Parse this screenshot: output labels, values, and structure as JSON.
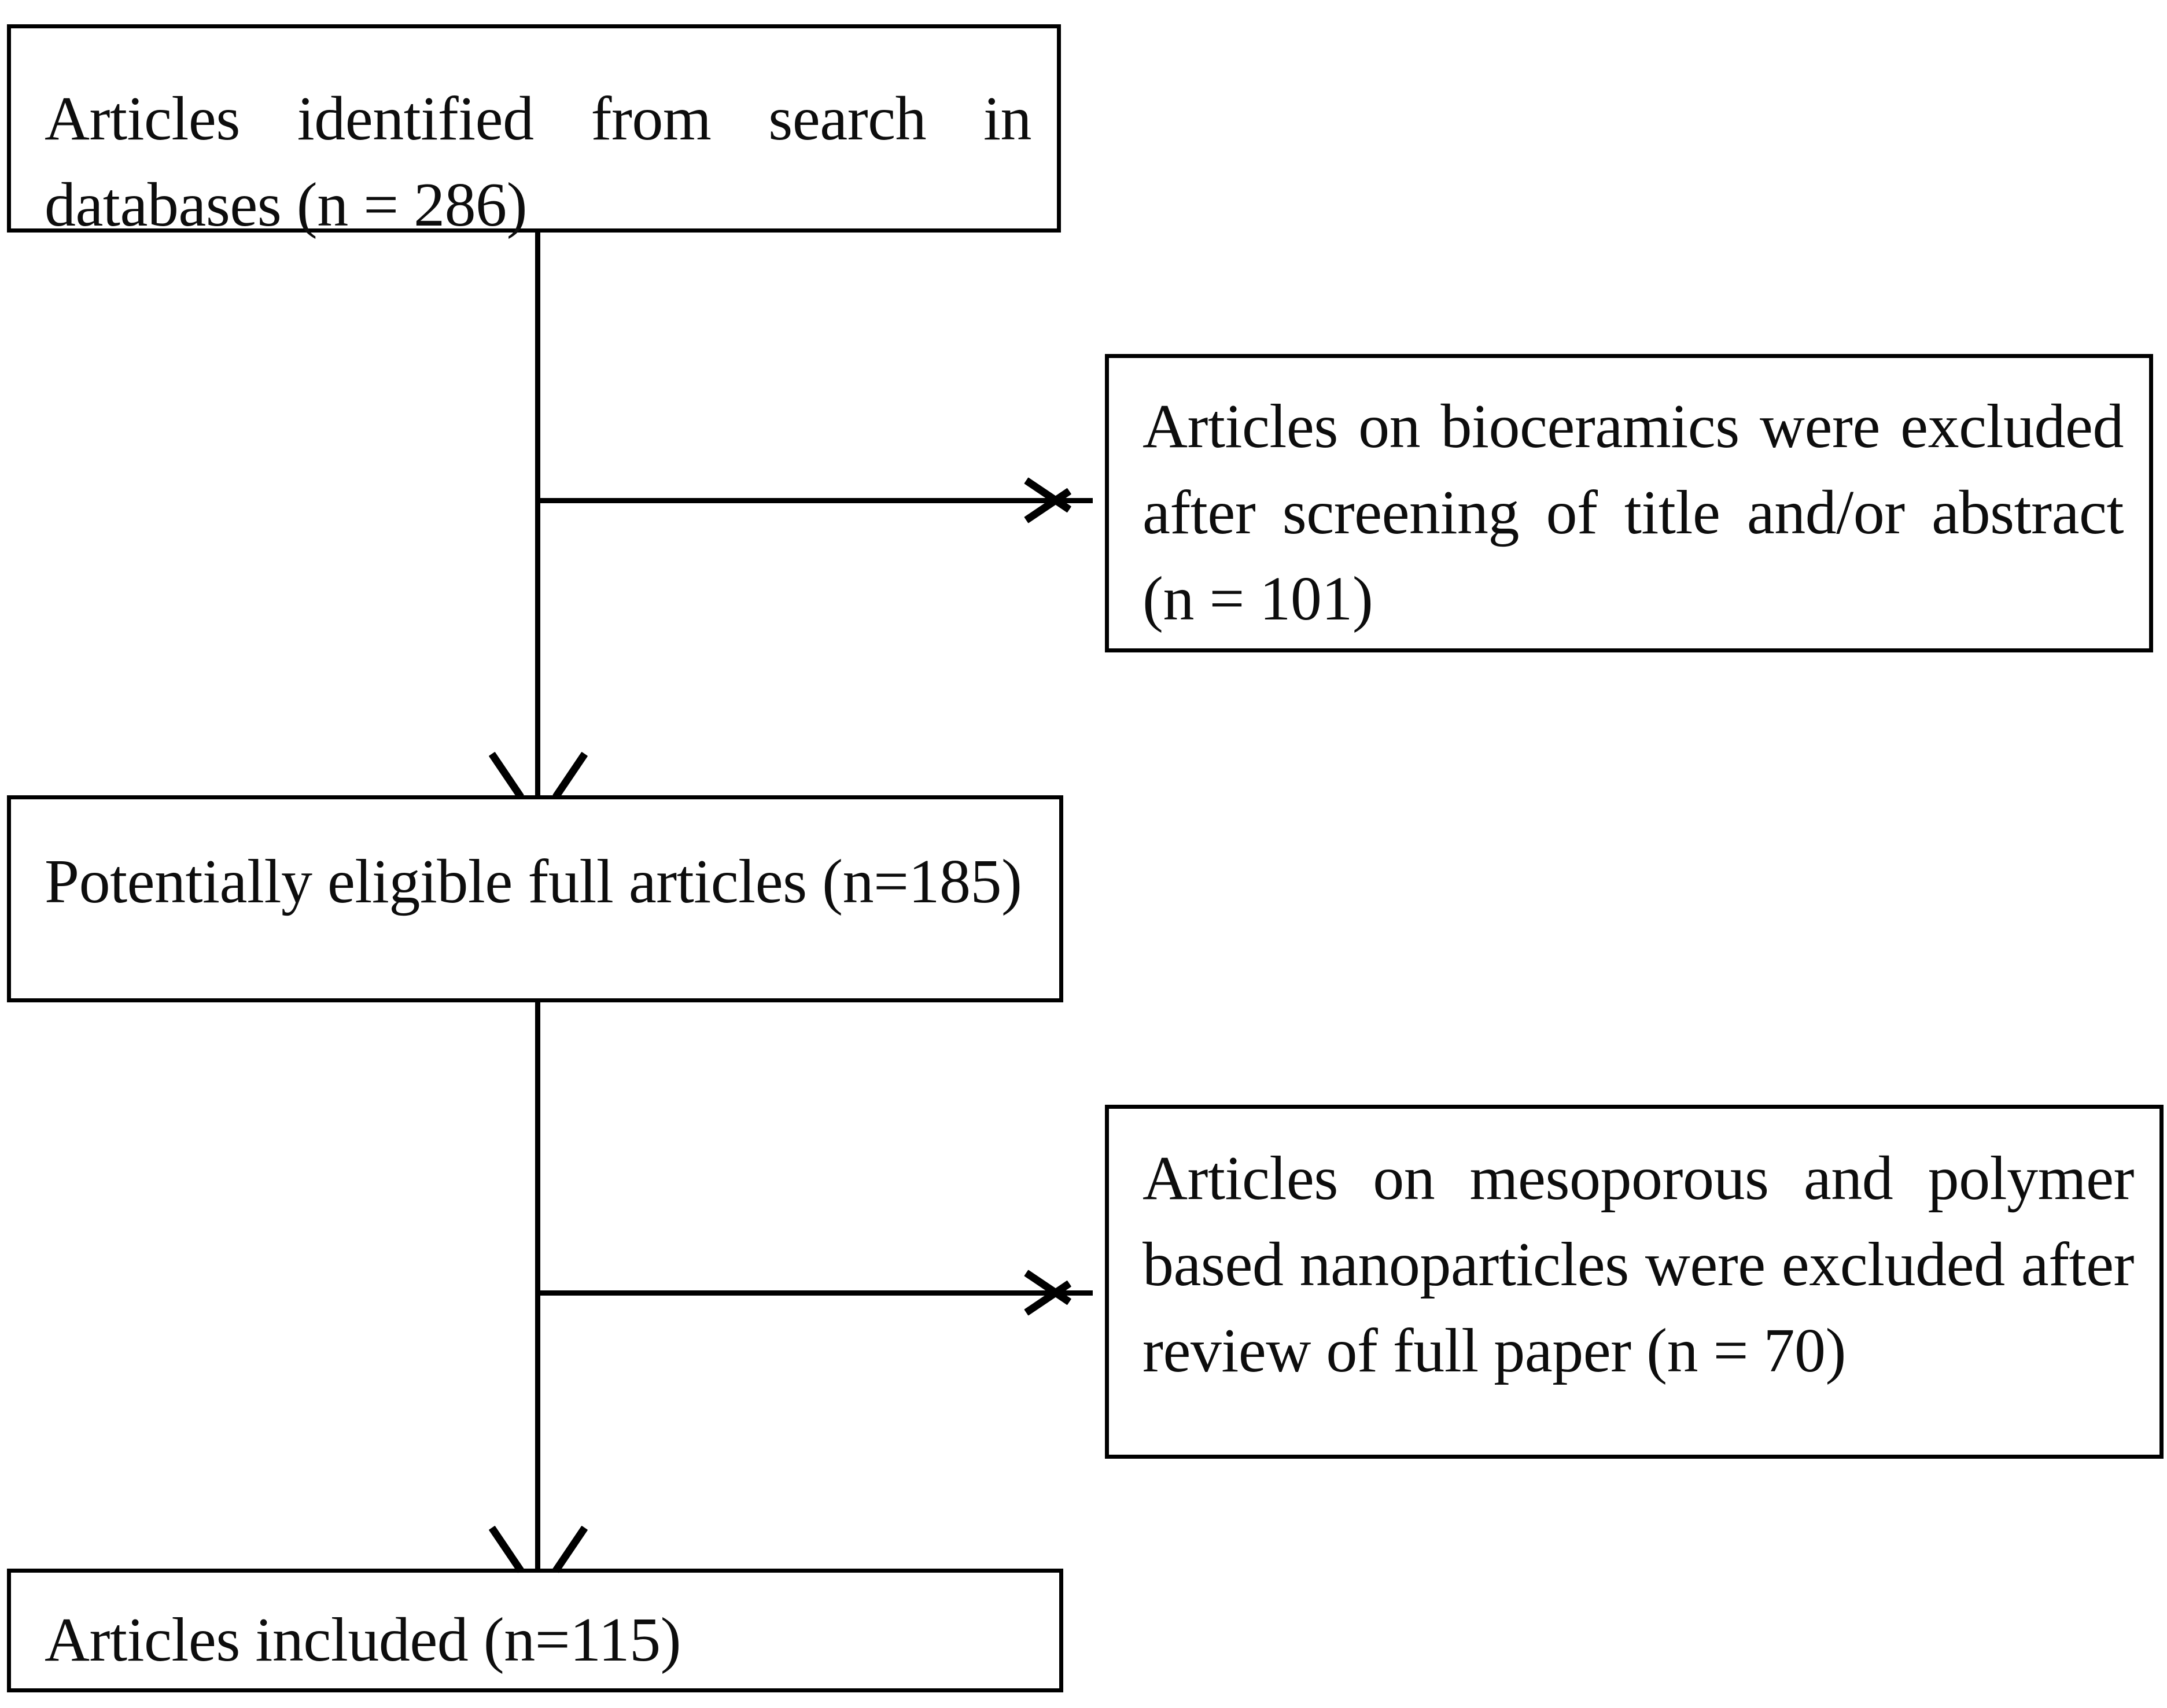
{
  "diagram": {
    "type": "prisma-flow-diagram",
    "orientation": "vertical-with-side-exclusions",
    "stroke_color": "#000000",
    "background_color": "#ffffff",
    "text_color": "#0d0d0d"
  },
  "nodes": {
    "identified": {
      "label": "Articles identified from search in databases (n = 286)",
      "count": 286,
      "stage": "identification"
    },
    "bioceramics_excluded": {
      "label": "Articles on bioceramics were excluded after screening of title and/or abstract (n = 101)",
      "count": 101,
      "stage": "screening-exclusion"
    },
    "eligible": {
      "label": "Potentially eligible full articles (n=185)",
      "count": 185,
      "stage": "eligibility"
    },
    "mesoporous_excluded": {
      "label": "Articles on mesoporous and polymer based nanoparticles were excluded after review of full paper (n = 70)",
      "count": 70,
      "stage": "full-text-exclusion"
    },
    "included": {
      "label": "Articles included (n=115)",
      "count": 115,
      "stage": "included"
    }
  },
  "edges": [
    {
      "from": "identified",
      "to": "bioceramics_excluded",
      "direction": "right",
      "arrow": "chevron"
    },
    {
      "from": "identified",
      "to": "eligible",
      "direction": "down",
      "arrow": "chevron"
    },
    {
      "from": "eligible",
      "to": "mesoporous_excluded",
      "direction": "right",
      "arrow": "chevron"
    },
    {
      "from": "eligible",
      "to": "included",
      "direction": "down",
      "arrow": "chevron"
    }
  ]
}
